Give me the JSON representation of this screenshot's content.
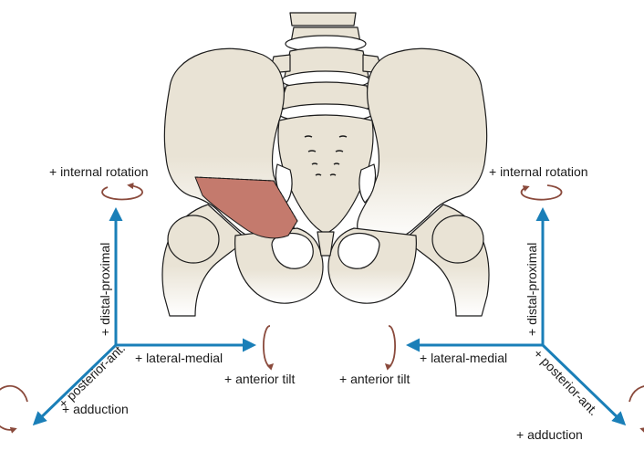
{
  "labels": {
    "left_internal_rotation": "+ internal rotation",
    "right_internal_rotation": "+ internal rotation",
    "left_distal_proximal": "+ distal-proximal",
    "right_distal_proximal": "+ distal-proximal",
    "left_lateral_medial": "+ lateral-medial",
    "right_lateral_medial": "+ lateral-medial",
    "left_anterior_tilt": "+ anterior tilt",
    "right_anterior_tilt": "+ anterior tilt",
    "left_posterior_ant": "+ posterior-ant.",
    "right_posterior_ant": "+ posterior-ant.",
    "left_adduction": "+ adduction",
    "right_adduction": "+ adduction"
  },
  "colors": {
    "bone_fill": "#e9e3d5",
    "bone_stroke": "#1c1c1c",
    "highlight_region": "#c47a6d",
    "axis_arrow": "#1a7fb8",
    "rotation_arrow": "#8a4a3c",
    "text": "#1a1a1a"
  }
}
